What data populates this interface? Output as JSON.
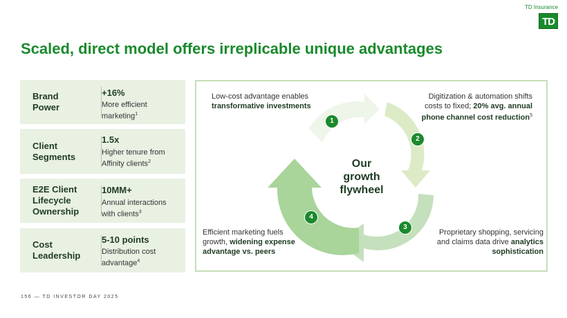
{
  "header": {
    "brand_label": "TD Insurance",
    "logo_text": "TD",
    "title": "Scaled, direct model offers irreplicable unique advantages"
  },
  "cards": [
    {
      "label_lines": [
        "Brand",
        "Power"
      ],
      "value": "+16%",
      "desc": "More efficient marketing",
      "sup": "1"
    },
    {
      "label_lines": [
        "Client",
        "Segments"
      ],
      "value": "1.5x",
      "desc": "Higher tenure from Affinity clients",
      "sup": "2"
    },
    {
      "label_lines": [
        "E2E Client",
        "Lifecycle",
        "Ownership"
      ],
      "value": "10MM+",
      "desc": "Annual interactions with clients",
      "sup": "3"
    },
    {
      "label_lines": [
        "Cost",
        "Leadership"
      ],
      "value": "5-10 points",
      "desc": "Distribution cost advantage",
      "sup": "4"
    }
  ],
  "flywheel": {
    "center_lines": [
      "Our",
      "growth",
      "flywheel"
    ],
    "step1": {
      "number": "1",
      "plain": "Low-cost advantage enables ",
      "bold": "transformative investments"
    },
    "step2": {
      "number": "2",
      "plain": "Digitization & automation shifts costs to fixed; ",
      "bold": "20% avg. annual phone channel cost reduction",
      "sup": "5"
    },
    "step3": {
      "number": "3",
      "plain": "Proprietary shopping, servicing and claims data drive ",
      "bold": "analytics sophistication"
    },
    "step4": {
      "number": "4",
      "plain": "Efficient marketing fuels growth, ",
      "bold": "widening expense advantage vs. peers"
    },
    "colors": {
      "arrow1": "#eef5e9",
      "arrow2": "#dcebc6",
      "arrow3": "#c5e0bd",
      "arrow4": "#a9d49a",
      "accent": "#1a8a2c"
    }
  },
  "footer": {
    "text": "156 — TD INVESTOR DAY 2025"
  }
}
